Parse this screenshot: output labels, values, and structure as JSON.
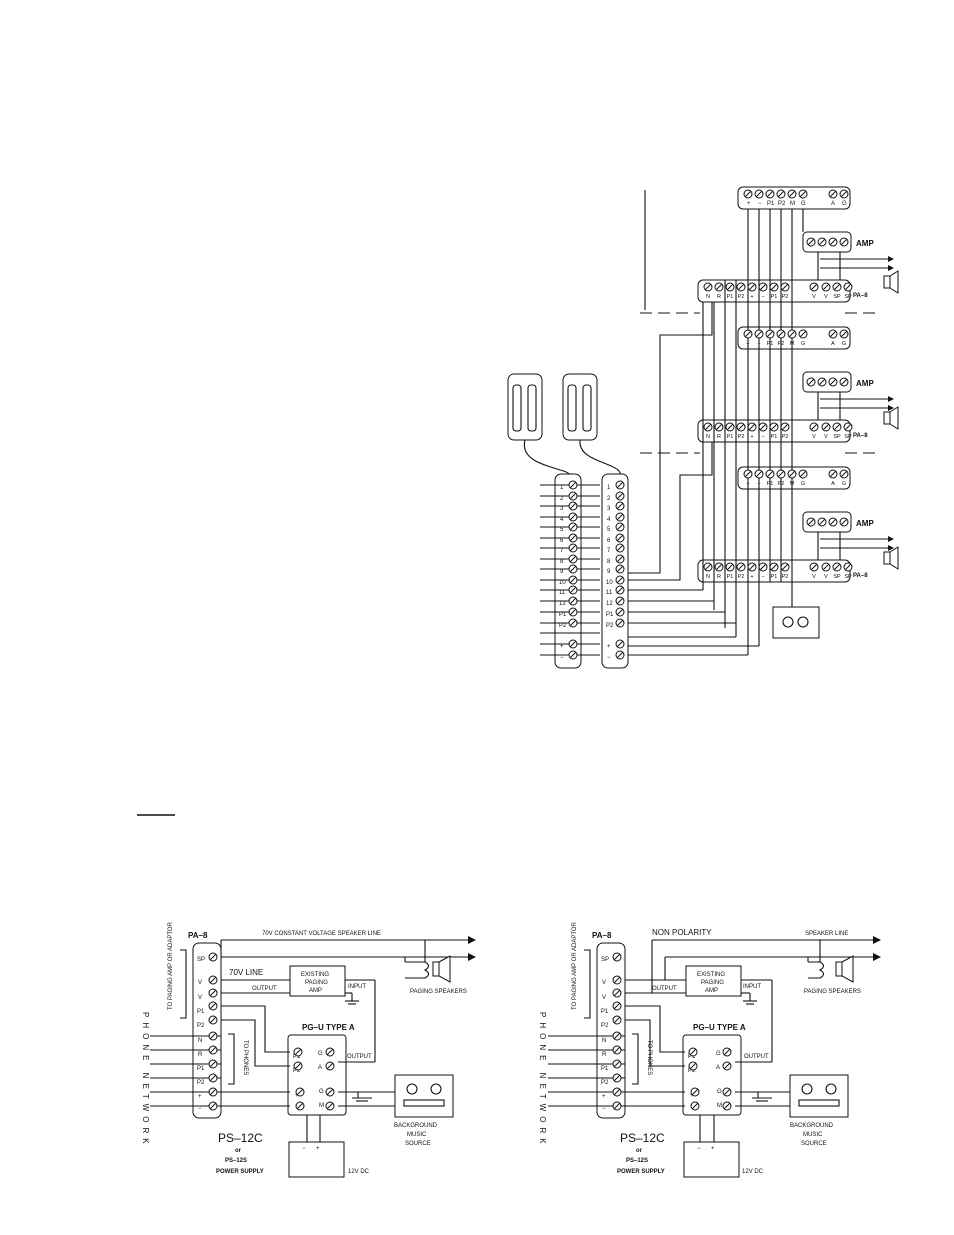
{
  "top_diagram": {
    "station_labels": {
      "terminals_upper": [
        "+",
        "−",
        "P1",
        "P2",
        "M",
        "G",
        "A",
        "G"
      ],
      "terminals_lower": [
        "N",
        "R",
        "P1",
        "P2",
        "+",
        "−",
        "P1",
        "P2",
        "V",
        "V",
        "SP",
        "SP"
      ],
      "amp_label": "AMP",
      "pa8_label": "PA–8"
    },
    "phone_strip_labels": [
      "1",
      "2",
      "3",
      "4",
      "5",
      "6",
      "7",
      "8",
      "9",
      "10",
      "11",
      "12",
      "P1",
      "P2",
      "+",
      "−"
    ],
    "left_strip_labels": [
      "1",
      "2",
      "3",
      "4",
      "5",
      "6",
      "7",
      "8",
      "9",
      "10",
      "11",
      "12",
      "P1",
      "P2",
      "+",
      "−"
    ]
  },
  "section_underline": "",
  "left_diagram": {
    "pa8": "PA–8",
    "speaker_line": "70V CONSTANT VOLTAGE SPEAKER LINE",
    "line_label": "70V LINE",
    "existing_amp": [
      "EXISTING",
      "PAGING",
      "AMP"
    ],
    "output_label": "OUTPUT",
    "input_label": "INPUT",
    "pgu_label": "PG–U TYPE A",
    "pgu_output": "OUTPUT",
    "paging_speakers": "PAGING SPEAKERS",
    "to_amp": "TO PAGING AMP OR ADAPTOR",
    "to_phones": "TO PHONES",
    "phone_network": "PHONE NETWORK",
    "ps_main": "PS–12C",
    "ps_or": "or",
    "ps_alt": "PS–12S",
    "ps_supply": "POWER SUPPLY",
    "dc": "12V DC",
    "bgm": [
      "BACKGROUND",
      "MUSIC",
      "SOURCE"
    ],
    "pa8_terms": [
      "SP",
      "V",
      "V",
      "P1",
      "P2",
      "N",
      "R",
      "P1",
      "P2",
      "+",
      "−"
    ],
    "pgu_terms": [
      "P1",
      "P2",
      "G",
      "A",
      "+",
      "−",
      "G",
      "M"
    ]
  },
  "right_diagram": {
    "pa8": "PA–8",
    "speaker_line": "SPEAKER LINE",
    "polarity": "NON POLARITY",
    "existing_amp": [
      "EXISTING",
      "PAGING",
      "AMP"
    ],
    "output_label": "OUTPUT",
    "input_label": "INPUT",
    "pgu_label": "PG–U TYPE A",
    "pgu_output": "OUTPUT",
    "paging_speakers": "PAGING SPEAKERS",
    "to_amp": "TO PAGING AMP OR ADAPTOR",
    "to_phones": "TO PHONES",
    "phone_network": "PHONE NETWORK",
    "ps_main": "PS–12C",
    "ps_or": "or",
    "ps_alt": "PS–12S",
    "ps_supply": "POWER SUPPLY",
    "dc": "12V DC",
    "bgm": [
      "BACKGROUND",
      "MUSIC",
      "SOURCE"
    ],
    "pa8_terms": [
      "SP",
      "V",
      "V",
      "P1",
      "P2",
      "N",
      "R",
      "P1",
      "P2",
      "+",
      "−"
    ],
    "pgu_terms": [
      "P1",
      "P2",
      "G",
      "A",
      "+",
      "−",
      "G",
      "M"
    ]
  }
}
